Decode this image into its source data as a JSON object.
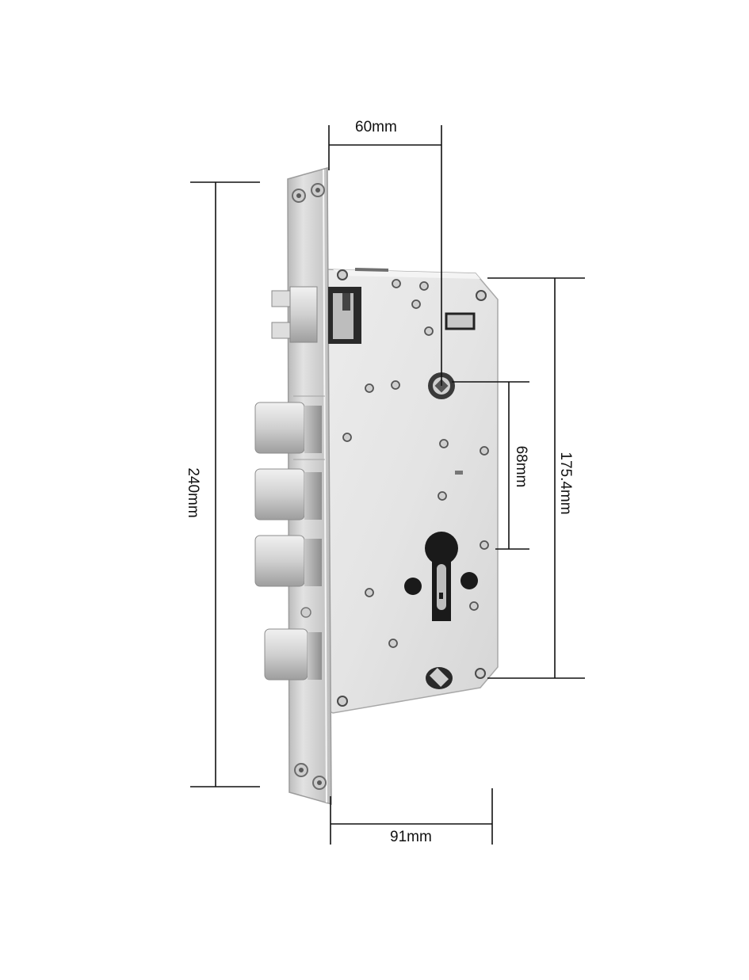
{
  "diagram": {
    "dimensions": {
      "offset": "60mm",
      "faceplate_length": "240mm",
      "case_height": "175.4mm",
      "spindle_to_cylinder": "68mm",
      "case_width": "91mm"
    },
    "colors": {
      "background": "#ffffff",
      "line": "#111111",
      "steel_light": "#e6e6e6",
      "steel_mid": "#cfcfcf",
      "steel_dark": "#9a9a9a",
      "hole": "#1a1a1a"
    },
    "icons": [
      "mortise-lock-body-icon",
      "faceplate-icon",
      "bolt-icon",
      "spindle-hub-icon",
      "cylinder-hole-icon",
      "screw-hole-icon"
    ]
  }
}
